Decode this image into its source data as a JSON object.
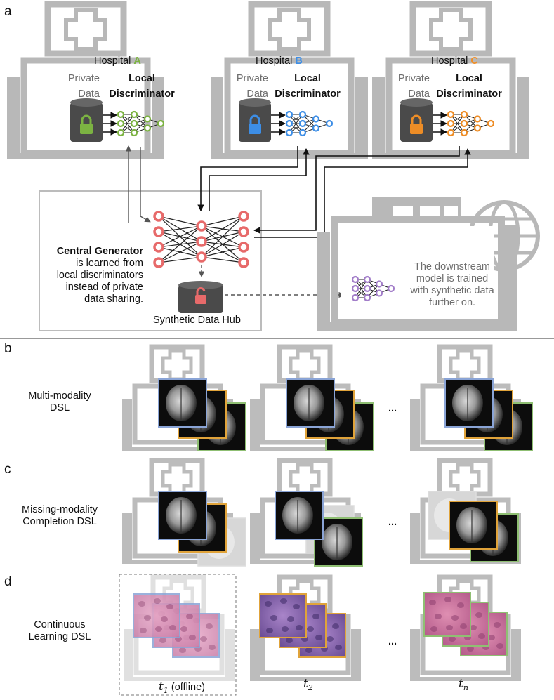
{
  "panels": {
    "a": "a",
    "b": "b",
    "c": "c",
    "d": "d"
  },
  "hospitals": [
    {
      "prefix": "Hospital ",
      "letter": "A",
      "color": "#7cb342"
    },
    {
      "prefix": "Hospital ",
      "letter": "B",
      "color": "#3d8ee6"
    },
    {
      "prefix": "Hospital ",
      "letter": "C",
      "color": "#ee8d26"
    }
  ],
  "private_data_line1": "Private",
  "private_data_line2": "Data",
  "local_disc_line1": "Local",
  "local_disc_line2": "Discriminator",
  "central": {
    "bold": "Central Generator",
    "line2": "is learned from",
    "line3": "local discriminators",
    "line4": "instead of private",
    "line5": "data sharing.",
    "hub": "Synthetic Data Hub"
  },
  "downstream": {
    "line1": "The downstream",
    "line2": "model is trained",
    "line3": "with synthetic data",
    "line4": "further on."
  },
  "rows": {
    "b1": "Multi-modality",
    "b2": "DSL",
    "c1": "Missing-modality",
    "c2": "Completion DSL",
    "d1": "Continuous",
    "d2": "Learning DSL"
  },
  "ellipsis": "...",
  "time": {
    "t1": "t",
    "t1_sub": "1",
    "t1_note": "(offline)",
    "t2": "t",
    "t2_sub": "2",
    "tn": "t",
    "tn_sub": "n"
  },
  "colors": {
    "gray": "#b8b8b8",
    "node_red": "#e76a6a",
    "lock_dark": "#4a4a4a",
    "node_purple": "#a27dc9",
    "blue_frame": "#8aa4d6",
    "orange_frame": "#e0a33a",
    "green_frame": "#8fbf73"
  }
}
